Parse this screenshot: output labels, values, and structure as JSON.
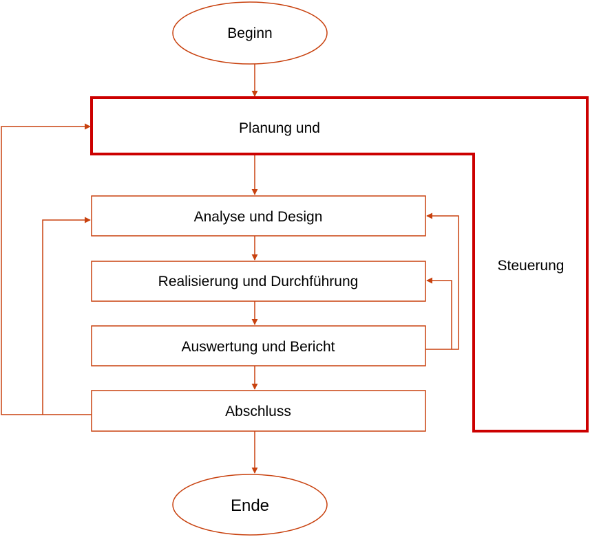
{
  "diagram": {
    "nodes": {
      "start": "Beginn",
      "planning": "Planung und",
      "control": "Steuerung",
      "analysis": "Analyse und Design",
      "implementation": "Realisierung und Durchführung",
      "evaluation": "Auswertung und Bericht",
      "closure": "Abschluss",
      "end": "Ende"
    },
    "colors": {
      "connector": "#c8410e",
      "box_border": "#c8410e",
      "control_border": "#cc0000",
      "text": "#000000",
      "background": "#ffffff"
    }
  }
}
